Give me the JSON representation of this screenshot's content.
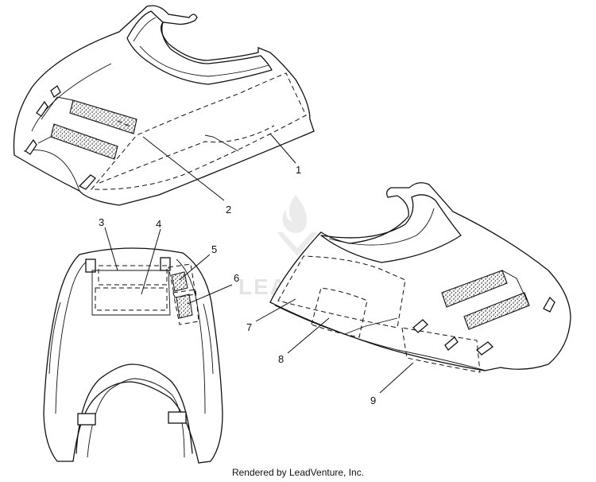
{
  "callouts": [
    "1",
    "2",
    "3",
    "4",
    "5",
    "6",
    "7",
    "8",
    "9"
  ],
  "watermark": {
    "text": "LEADVENTURE"
  },
  "credit": "Rendered by LeadVenture, Inc.",
  "colors": {
    "line": "#111111",
    "watermark": "#d9d9d9",
    "background": "#ffffff"
  }
}
